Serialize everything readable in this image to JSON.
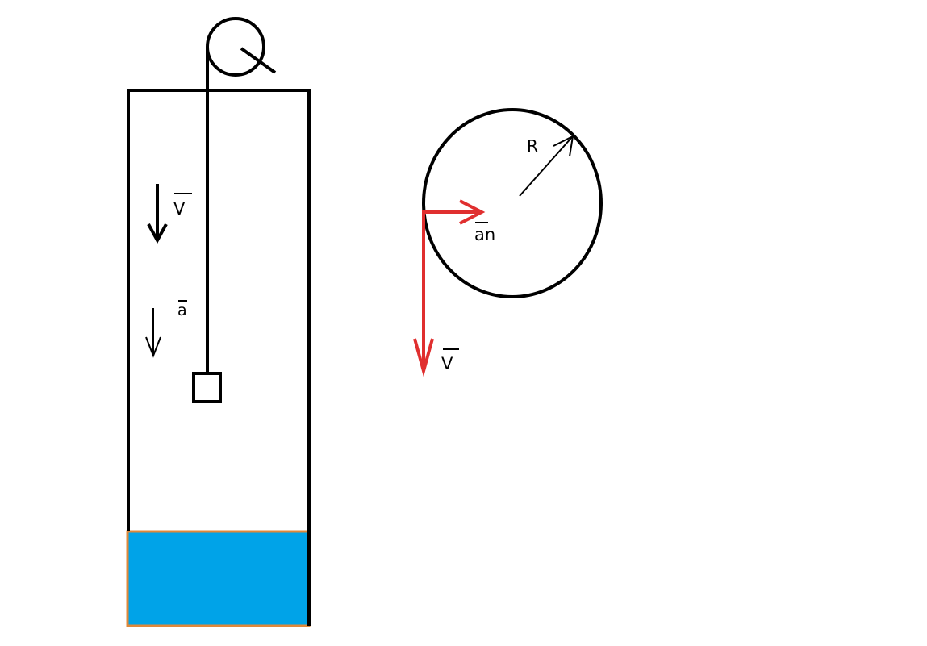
{
  "colors": {
    "outline": "#000000",
    "vector_red": "#e02f2f",
    "water_fill": "#00a3e8",
    "water_border": "#e0883a",
    "background": "#ffffff"
  },
  "labels": {
    "shaft_velocity": "V",
    "shaft_acceleration": "a",
    "radius": "R",
    "normal_acceleration": "an",
    "circle_velocity": "V"
  }
}
